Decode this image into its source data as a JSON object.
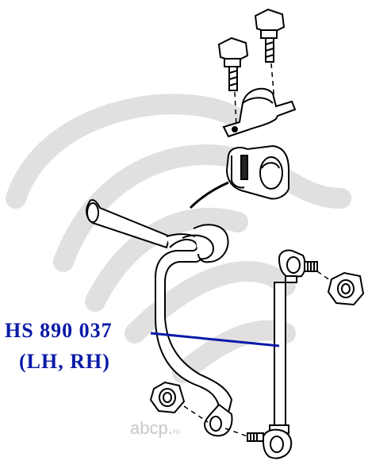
{
  "callout": {
    "part_number": "HS 890 037",
    "side": "(LH, RH)",
    "color": "#0a1aa8"
  },
  "watermark": {
    "text": "abcp.",
    "domain": "ru",
    "color": "#c9c6c6"
  }
}
